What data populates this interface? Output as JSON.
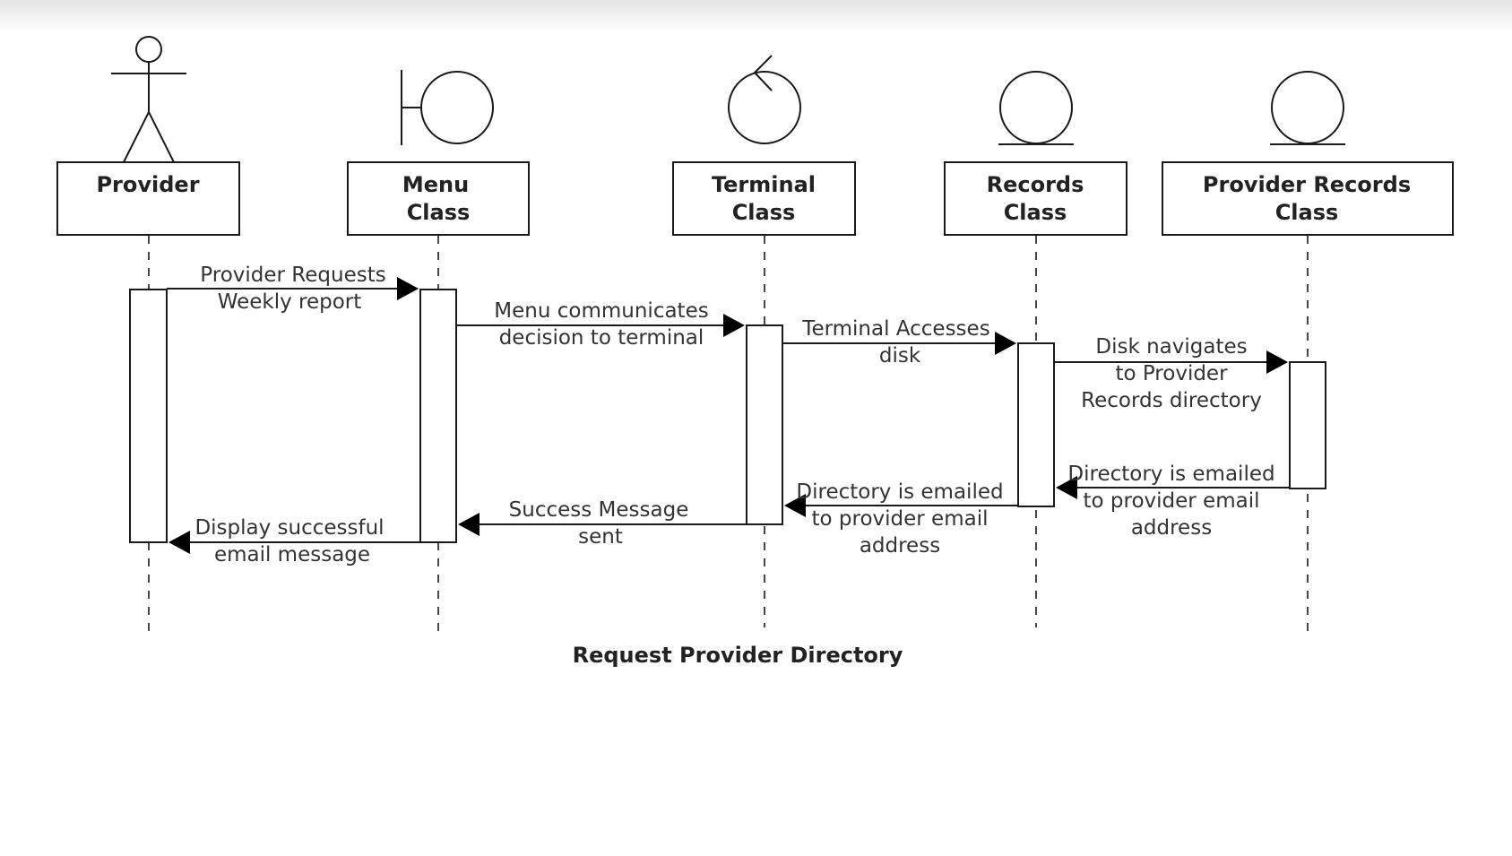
{
  "diagram": {
    "caption": "Request Provider Directory",
    "participants": [
      {
        "id": "provider",
        "kind": "actor",
        "icon": "actor-icon",
        "label_lines": [
          "Provider"
        ]
      },
      {
        "id": "menu",
        "kind": "boundary",
        "icon": "boundary-icon",
        "label_lines": [
          "Menu",
          "Class"
        ]
      },
      {
        "id": "terminal",
        "kind": "control",
        "icon": "control-icon",
        "label_lines": [
          "Terminal",
          "Class"
        ]
      },
      {
        "id": "records",
        "kind": "entity",
        "icon": "entity-icon",
        "label_lines": [
          "Records",
          "Class"
        ]
      },
      {
        "id": "provider-records",
        "kind": "entity",
        "icon": "entity-icon",
        "label_lines": [
          "Provider Records",
          "Class"
        ]
      }
    ],
    "messages": [
      {
        "id": "provider-requests",
        "from": "provider",
        "to": "menu",
        "lines": [
          "Provider Requests",
          "Weekly report"
        ]
      },
      {
        "id": "menu-communicates",
        "from": "menu",
        "to": "terminal",
        "lines": [
          "Menu communicates",
          "decision to terminal"
        ]
      },
      {
        "id": "terminal-accesses",
        "from": "terminal",
        "to": "records",
        "lines": [
          "Terminal Accesses",
          "disk"
        ]
      },
      {
        "id": "disk-navigates",
        "from": "records",
        "to": "provider-records",
        "lines": [
          "Disk navigates",
          "to Provider",
          "Records directory"
        ]
      },
      {
        "id": "directory-emailed-1",
        "from": "provider-records",
        "to": "records",
        "lines": [
          "Directory is emailed",
          "to provider email",
          "address"
        ]
      },
      {
        "id": "directory-emailed-2",
        "from": "records",
        "to": "terminal",
        "lines": [
          "Directory is emailed",
          "to provider email",
          "address"
        ]
      },
      {
        "id": "success-message",
        "from": "terminal",
        "to": "menu",
        "lines": [
          "Success Message",
          "sent"
        ]
      },
      {
        "id": "display-successful",
        "from": "menu",
        "to": "provider",
        "lines": [
          "Display successful",
          "email message"
        ]
      }
    ]
  }
}
